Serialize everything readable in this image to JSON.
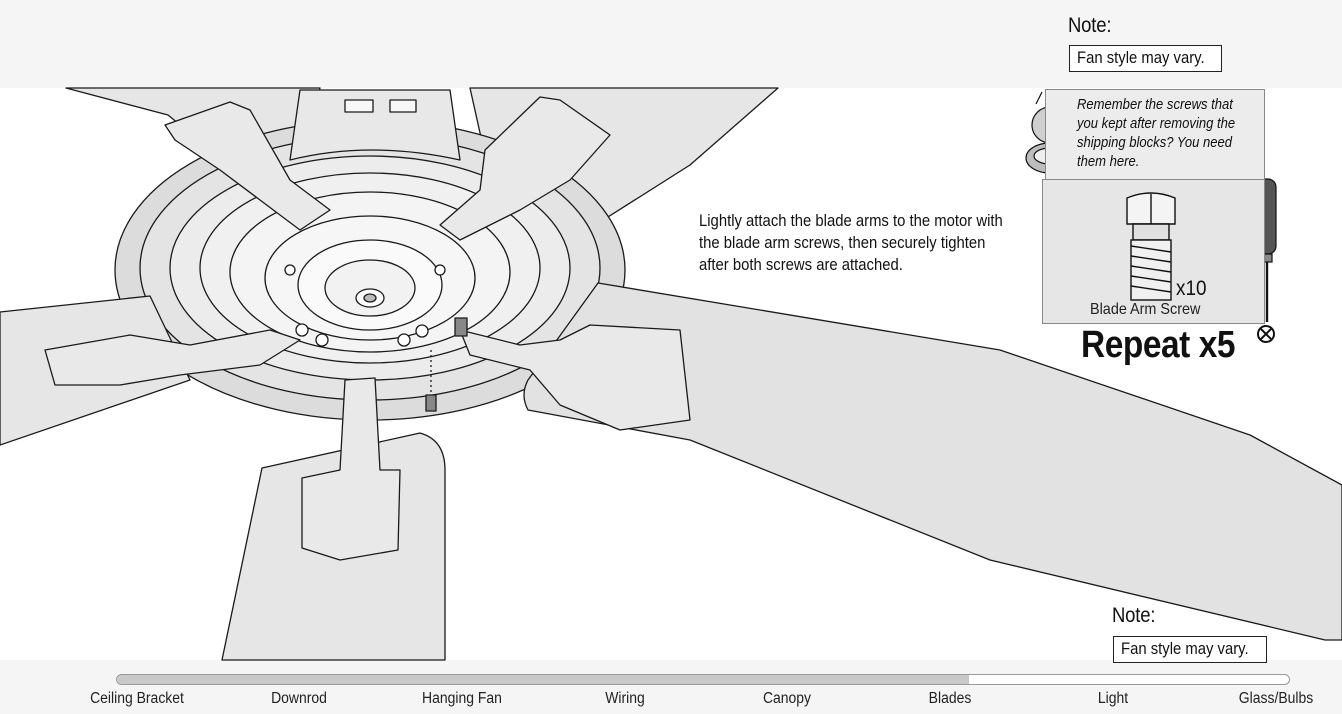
{
  "notes": [
    {
      "label": "Note:",
      "text": "Fan style may vary."
    },
    {
      "label": "Note:",
      "text": "Fan style may vary."
    }
  ],
  "instruction_lines": [
    "Lightly attach the blade arms to the motor with",
    "the blade arm screws, then securely tighten",
    "after both screws are attached."
  ],
  "reminder_lines": [
    "Remember the screws that",
    "you kept after removing the",
    "shipping blocks? You need",
    "them here."
  ],
  "hardware": {
    "count": "x10",
    "name": "Blade Arm Screw"
  },
  "repeat": "Repeat x5",
  "progress": {
    "fraction": 0.727,
    "steps": [
      "Ceiling Bracket",
      "Downrod",
      "Hanging Fan",
      "Wiring",
      "Canopy",
      "Blades",
      "Light",
      "Glass/Bulbs"
    ]
  },
  "colors": {
    "blade": "#e6e6e6",
    "line": "#1a1a1a",
    "band": "#f5f5f5",
    "progress_fill": "#c9c9c9"
  },
  "icons": [
    "screw-icon",
    "screwdriver-icon",
    "screw-bag-icon"
  ]
}
